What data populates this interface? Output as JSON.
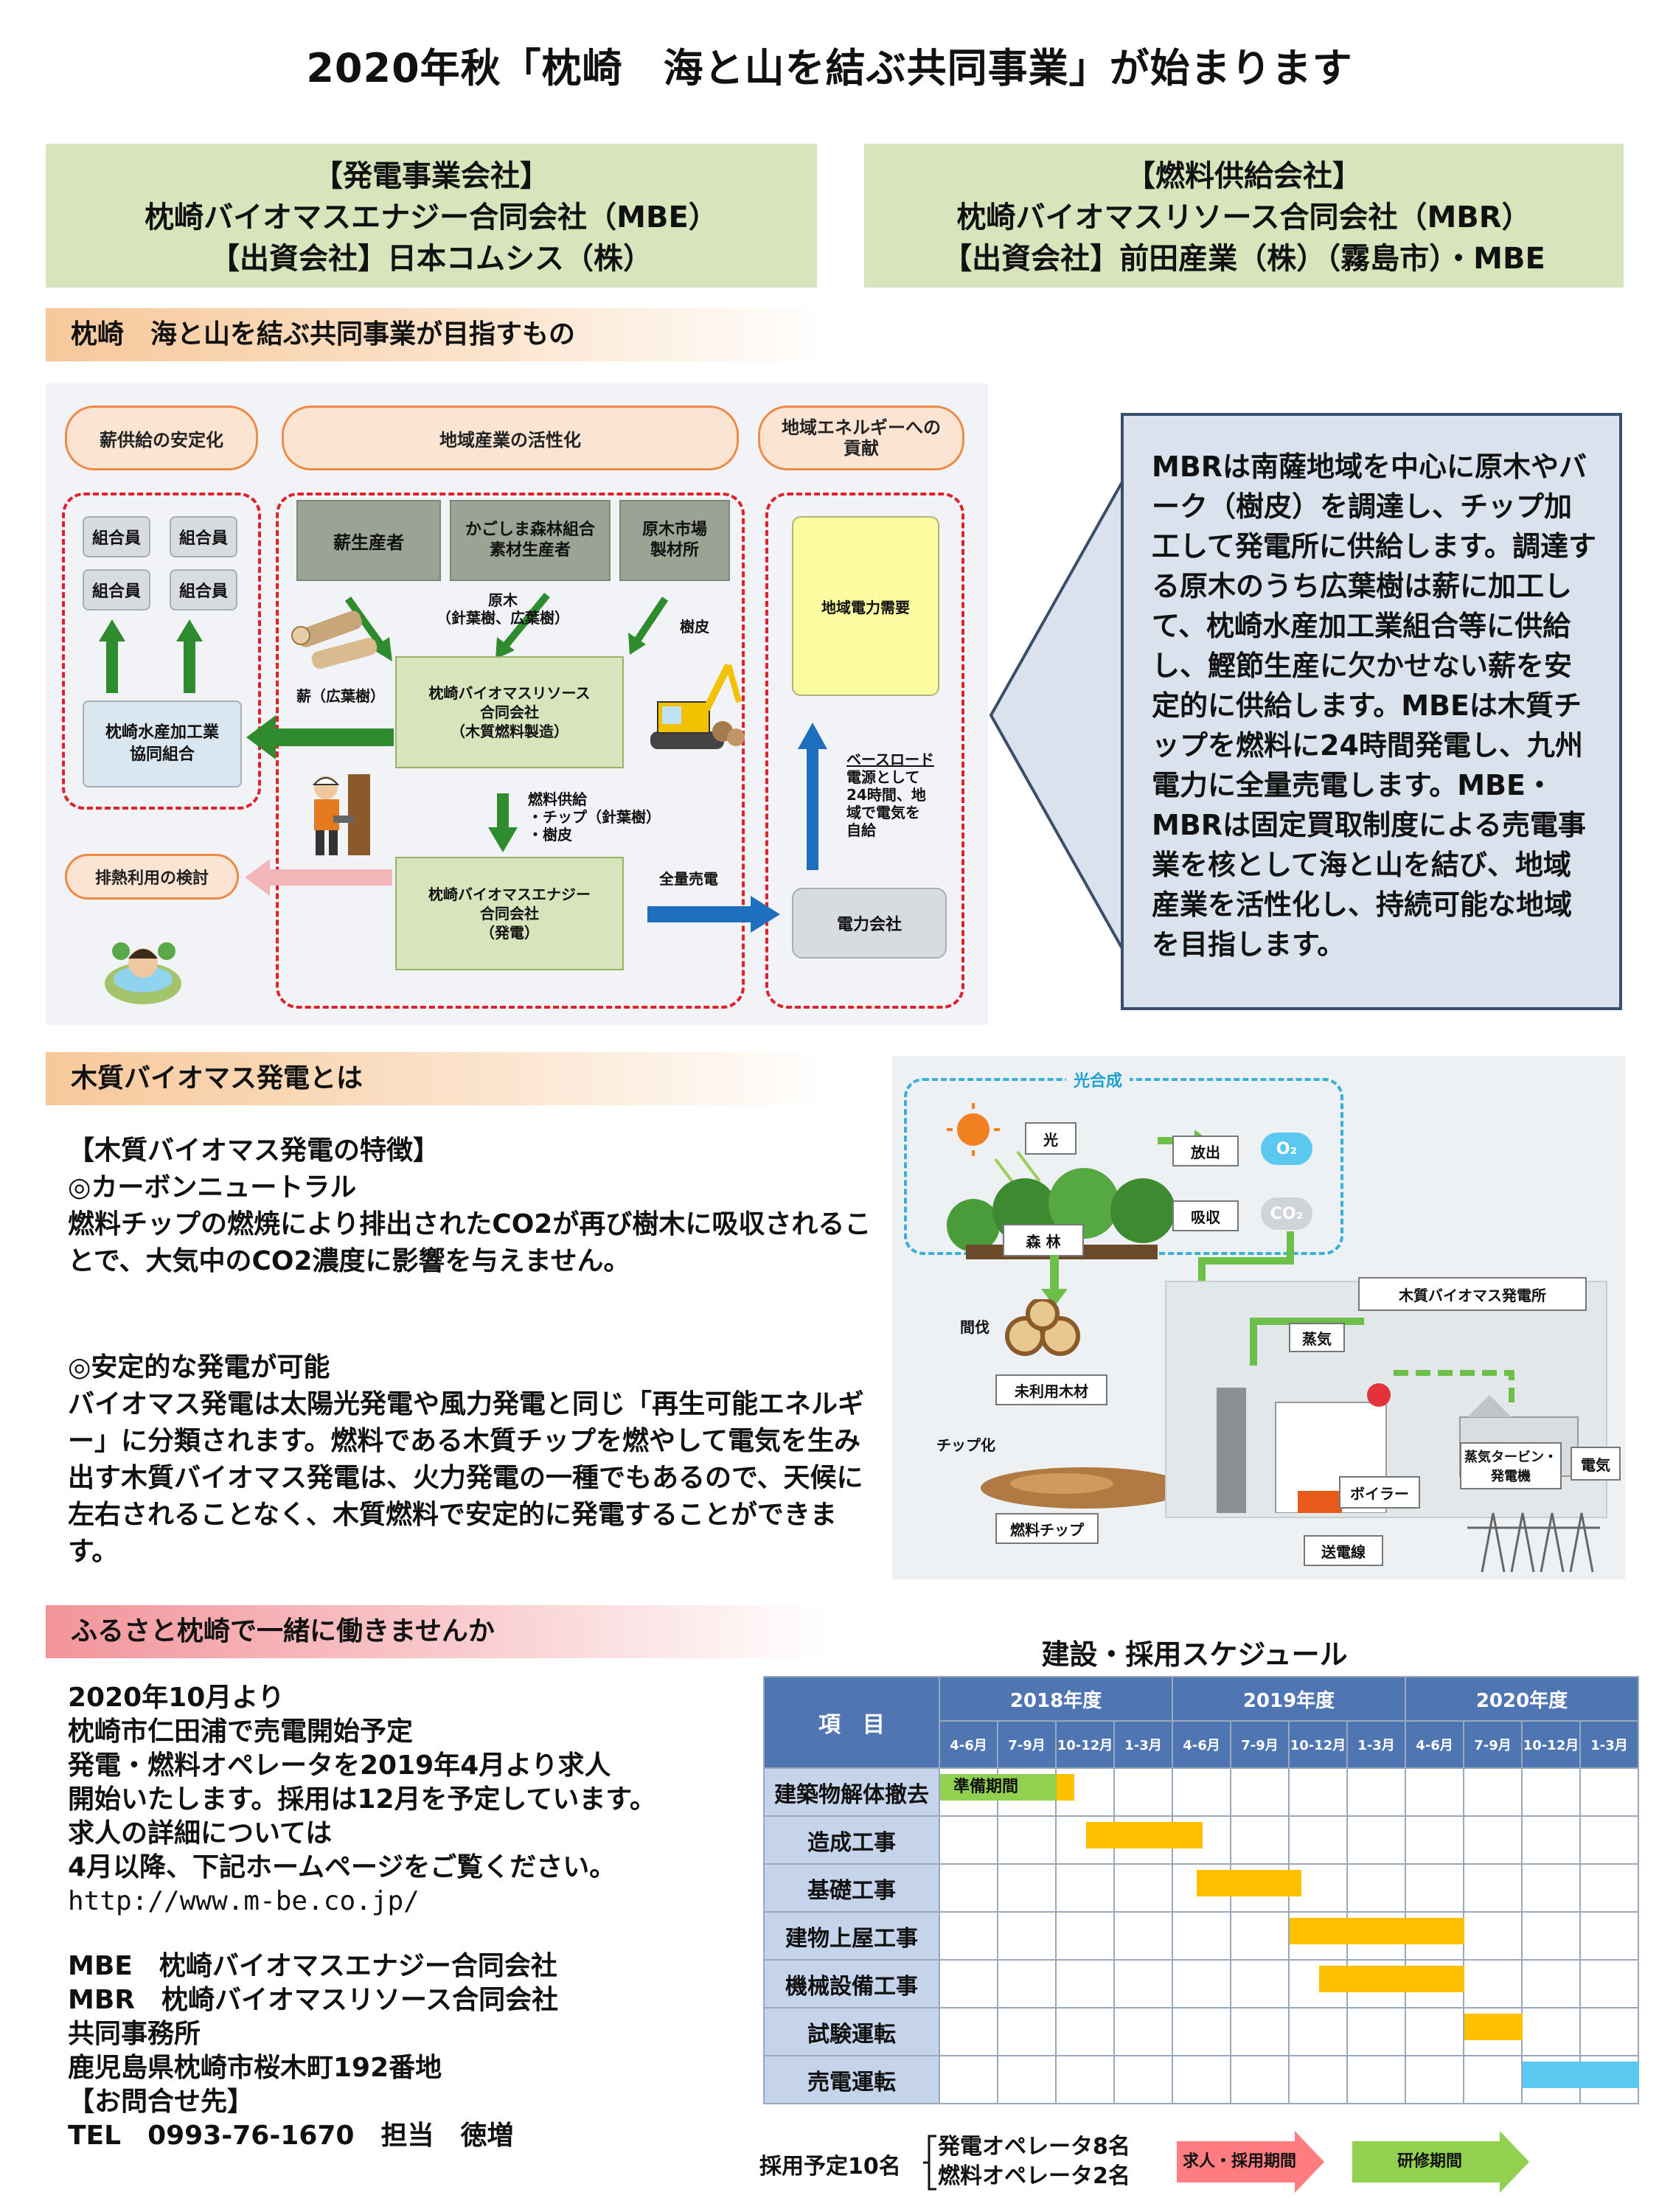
{
  "title": "2020年秋「枕崎　海と山を結ぶ共同事業」が始まります",
  "power_company": {
    "line1": "【発電事業会社】",
    "line2": "枕崎バイオマスエナジー合同会社（MBE）",
    "line3": "【出資会社】日本コムシス（株）"
  },
  "fuel_company": {
    "line1": "【燃料供給会社】",
    "line2": "枕崎バイオマスリソース合同会社（MBR）",
    "line3": "【出資会社】前田産業（株）（霧島市）・MBE"
  },
  "section_goal": "枕崎　海と山を結ぶ共同事業が目指すもの",
  "diagram": {
    "pill_firewood": "薪供給の安定化",
    "pill_industry": "地域産業の活性化",
    "pill_energy_1": "地域エネルギーへの",
    "pill_energy_2": "貢献",
    "union_1": "組合員",
    "union_2": "組合員",
    "union_3": "組合員",
    "union_4": "組合員",
    "coop_1": "枕崎水産加工業",
    "coop_2": "協同組合",
    "producer_firewood": "薪生産者",
    "producer_forest_1": "かごしま森林組合",
    "producer_forest_2": "素材生産者",
    "producer_market_1": "原木市場",
    "producer_market_2": "製材所",
    "label_logs_1": "原木",
    "label_logs_2": "（針葉樹、広葉樹）",
    "label_bark": "樹皮",
    "label_firewood": "薪（広葉樹）",
    "mbr_1": "枕崎バイオマスリソース",
    "mbr_2": "合同会社",
    "mbr_3": "（木質燃料製造）",
    "fuel_1": "燃料供給",
    "fuel_2": "・チップ（針葉樹）",
    "fuel_3": "・樹皮",
    "mbe_1": "枕崎バイオマスエナジー",
    "mbe_2": "合同会社",
    "mbe_3": "（発電）",
    "label_sell": "全量売電",
    "heat": "排熱利用の検討",
    "demand": "地域電力需要",
    "baseload_1": "ベースロード",
    "baseload_2": "電源として",
    "baseload_3": "24時間、地",
    "baseload_4": "域で電気を",
    "baseload_5": "自給",
    "utility": "電力会社"
  },
  "callout": {
    "text": "MBRは南薩地域を中心に原木やバーク（樹皮）を調達し、チップ加工して発電所に供給します。調達する原木のうち広葉樹は薪に加工して、枕崎水産加工業組合等に供給し、鰹節生産に欠かせない薪を安定的に供給します。MBEは木質チップを燃料に24時間発電し、九州電力に全量売電します。MBE・MBRは固定買取制度による売電事業を核として海と山を結び、地域産業を活性化し、持続可能な地域を目指します。"
  },
  "section_biomass": "木質バイオマス発電とは",
  "biomass": {
    "heading": "【木質バイオマス発電の特徴】",
    "carbon_title": "◎カーボンニュートラル",
    "carbon_text": "燃料チップの燃焼により排出されたCO2が再び樹木に吸収されることで、大気中のCO2濃度に影響を与えません。",
    "stable_title": "◎安定的な発電が可能",
    "stable_text": "バイオマス発電は太陽光発電や風力発電と同じ「再生可能エネルギー」に分類されます。燃料である木質チップを燃やして電気を生み出す木質バイオマス発電は、火力発電の一種でもあるので、天候に左右されることなく、木質燃料で安定的に発電することができます。"
  },
  "process": {
    "photosynthesis": "光合成",
    "light": "光",
    "release": "放出",
    "o2": "O₂",
    "absorb": "吸収",
    "co2": "CO₂",
    "forest": "森 林",
    "thinning": "間伐",
    "unused_wood": "未利用木材",
    "chipping": "チップ化",
    "fuel_chip": "燃料チップ",
    "plant": "木質バイオマス発電所",
    "steam": "蒸気",
    "turbine_1": "蒸気タービン・",
    "turbine_2": "発電機",
    "electricity": "電気",
    "boiler": "ボイラー",
    "power_line": "送電線"
  },
  "section_recruit": "ふるさと枕崎で一緒に働きませんか",
  "recruit": {
    "line1": "2020年10月より",
    "line2": "枕崎市仁田浦で売電開始予定",
    "line3": "発電・燃料オペレータを2019年4月より求人",
    "line4": "開始いたします。採用は12月を予定しています。",
    "line5": "求人の詳細については",
    "line6": "4月以降、下記ホームページをご覧ください。",
    "url": "http://www.m-be.co.jp/",
    "mbe": "MBE　枕崎バイオマスエナジー合同会社",
    "mbr": "MBR　枕崎バイオマスリソース合同会社",
    "office": "共同事務所",
    "address": "鹿児島県枕崎市桜木町192番地",
    "contact": "【お問合せ先】",
    "tel": "TEL　0993-76-1670　担当　徳増"
  },
  "schedule": {
    "title": "建設・採用スケジュール",
    "item_header": "項　目",
    "years": [
      "2018年度",
      "2019年度",
      "2020年度"
    ],
    "quarters": [
      "4-6月",
      "7-9月",
      "10-12月",
      "1-3月",
      "4-6月",
      "7-9月",
      "10-12月",
      "1-3月",
      "4-6月",
      "7-9月",
      "10-12月",
      "1-3月"
    ],
    "prep_label": "準備期間",
    "tasks": [
      {
        "name": "建築物解体撤去",
        "start": 1.0,
        "end": 2.3,
        "color": "#ffc000"
      },
      {
        "name": "造成工事",
        "start": 2.5,
        "end": 4.5,
        "color": "#ffc000"
      },
      {
        "name": "基礎工事",
        "start": 4.4,
        "end": 6.2,
        "color": "#ffc000"
      },
      {
        "name": "建物上屋工事",
        "start": 6.0,
        "end": 9.0,
        "color": "#ffc000"
      },
      {
        "name": "機械設備工事",
        "start": 6.5,
        "end": 9.0,
        "color": "#ffc000"
      },
      {
        "name": "試験運転",
        "start": 9.0,
        "end": 10.0,
        "color": "#ffc000"
      },
      {
        "name": "売電運転",
        "start": 10.0,
        "end": 12.0,
        "color": "#5bc8f0"
      }
    ],
    "prep": {
      "start": 0.0,
      "end": 2.0,
      "color": "#92d050"
    },
    "hire_label": "採用予定10名",
    "hire_power": "発電オペレータ8名",
    "hire_fuel": "燃料オペレータ2名",
    "legend_hire": "求人・採用期間",
    "legend_train": "研修期間"
  }
}
